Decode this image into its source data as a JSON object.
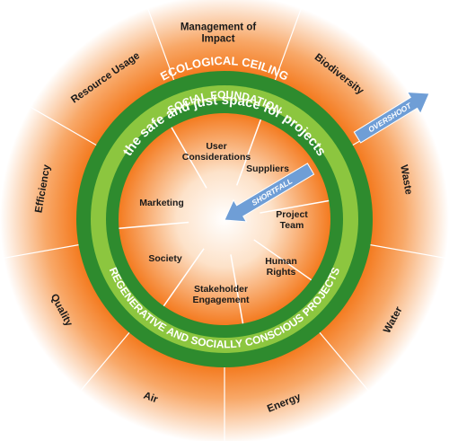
{
  "diagram": {
    "ring_titles": {
      "ecological_ceiling": "ECOLOGICAL CEILING",
      "safe_space": "the safe and just space for projects",
      "social_foundation": "SOCIAL FOUNDATION",
      "regenerative": "REGENERATIVE AND SOCIALLY CONSCIOUS PROJECTS"
    },
    "arrows": {
      "overshoot": "OVERSHOOT",
      "shortfall": "SHORTFALL"
    },
    "outer_labels": [
      [
        "Management of",
        "Impact"
      ],
      [
        "Biodiversity"
      ],
      [
        "Waste"
      ],
      [
        "Water"
      ],
      [
        "Energy"
      ],
      [
        "Air"
      ],
      [
        "Quality"
      ],
      [
        "Efficiency"
      ],
      [
        "Resource Usage"
      ]
    ],
    "inner_labels": [
      [
        "User",
        "Considerations"
      ],
      [
        "Suppliers"
      ],
      [
        "Project",
        "Team"
      ],
      [
        "Human",
        "Rights"
      ],
      [
        "Stakeholder",
        "Engagement"
      ],
      [
        "Society"
      ],
      [
        "Marketing"
      ]
    ],
    "colors": {
      "dark_green": "#2e8b2e",
      "light_green": "#8cc63f",
      "orange": "#f47b20",
      "arrow_blue": "#6f9ed6"
    }
  }
}
